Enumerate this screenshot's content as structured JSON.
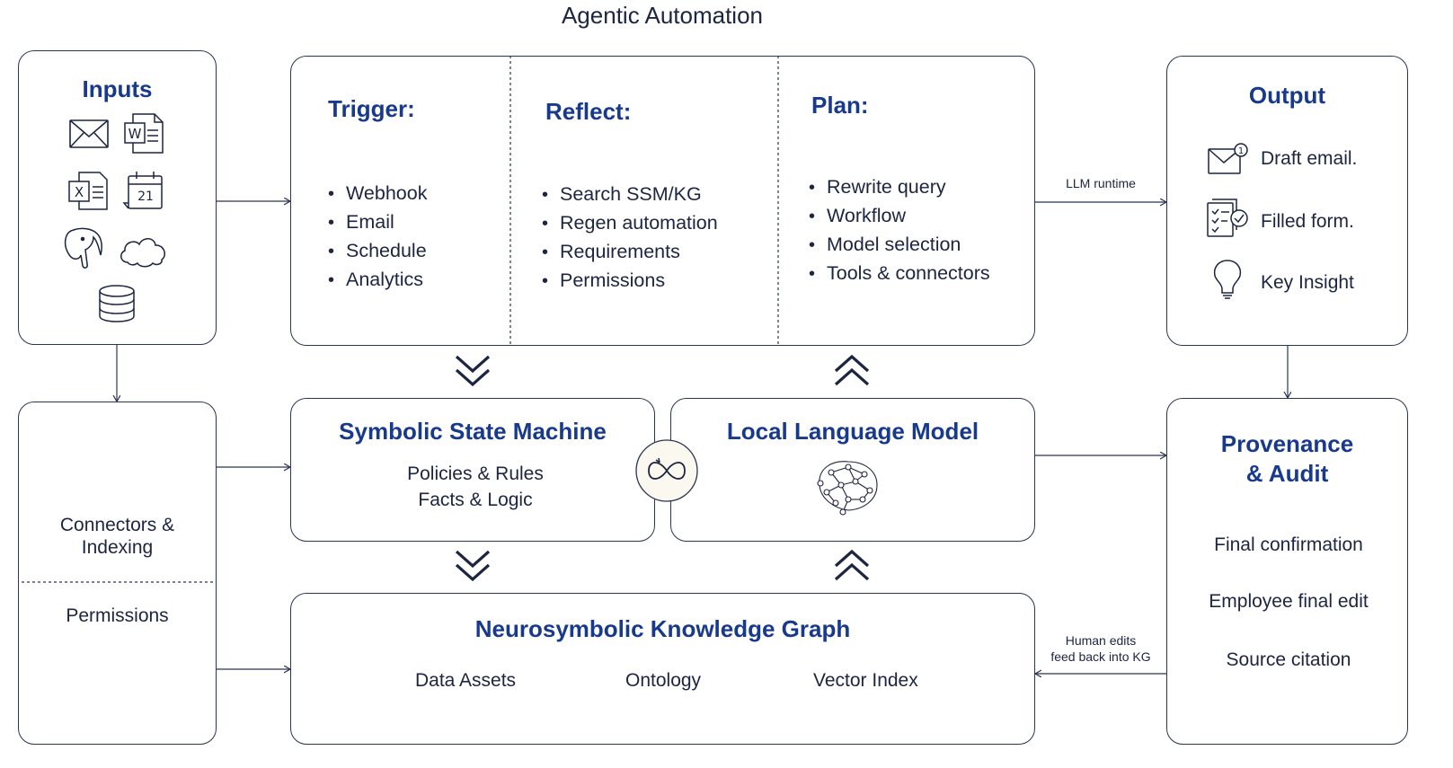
{
  "title": "Agentic Automation",
  "inputs": {
    "heading": "Inputs"
  },
  "trigger": {
    "heading": "Trigger:",
    "items": [
      "Webhook",
      "Email",
      "Schedule",
      "Analytics"
    ]
  },
  "reflect": {
    "heading": "Reflect:",
    "items": [
      "Search SSM/KG",
      "Regen automation",
      "Requirements",
      "Permissions"
    ]
  },
  "plan": {
    "heading": "Plan:",
    "items": [
      "Rewrite query",
      "Workflow",
      "Model selection",
      "Tools & connectors"
    ]
  },
  "output": {
    "heading": "Output",
    "items": [
      "Draft email.",
      "Filled form.",
      "Key Insight"
    ]
  },
  "llm_runtime": "LLM runtime",
  "connectors": {
    "line1": "Connectors &",
    "line2": "Indexing",
    "permissions": "Permissions"
  },
  "ssm": {
    "title": "Symbolic State Machine",
    "line1": "Policies & Rules",
    "line2": "Facts & Logic"
  },
  "llm_local": {
    "title": "Local Language Model"
  },
  "provenance": {
    "line1": "Provenance",
    "line2": "& Audit",
    "items": [
      "Final confirmation",
      "Employee final edit",
      "Source citation"
    ]
  },
  "human_edits": {
    "line1": "Human edits",
    "line2": "feed back into KG"
  },
  "kg": {
    "title": "Neurosymbolic Knowledge Graph",
    "items": [
      "Data Assets",
      "Ontology",
      "Vector Index"
    ]
  },
  "icons": {
    "calendar_day": "21",
    "notification_count": "1"
  }
}
